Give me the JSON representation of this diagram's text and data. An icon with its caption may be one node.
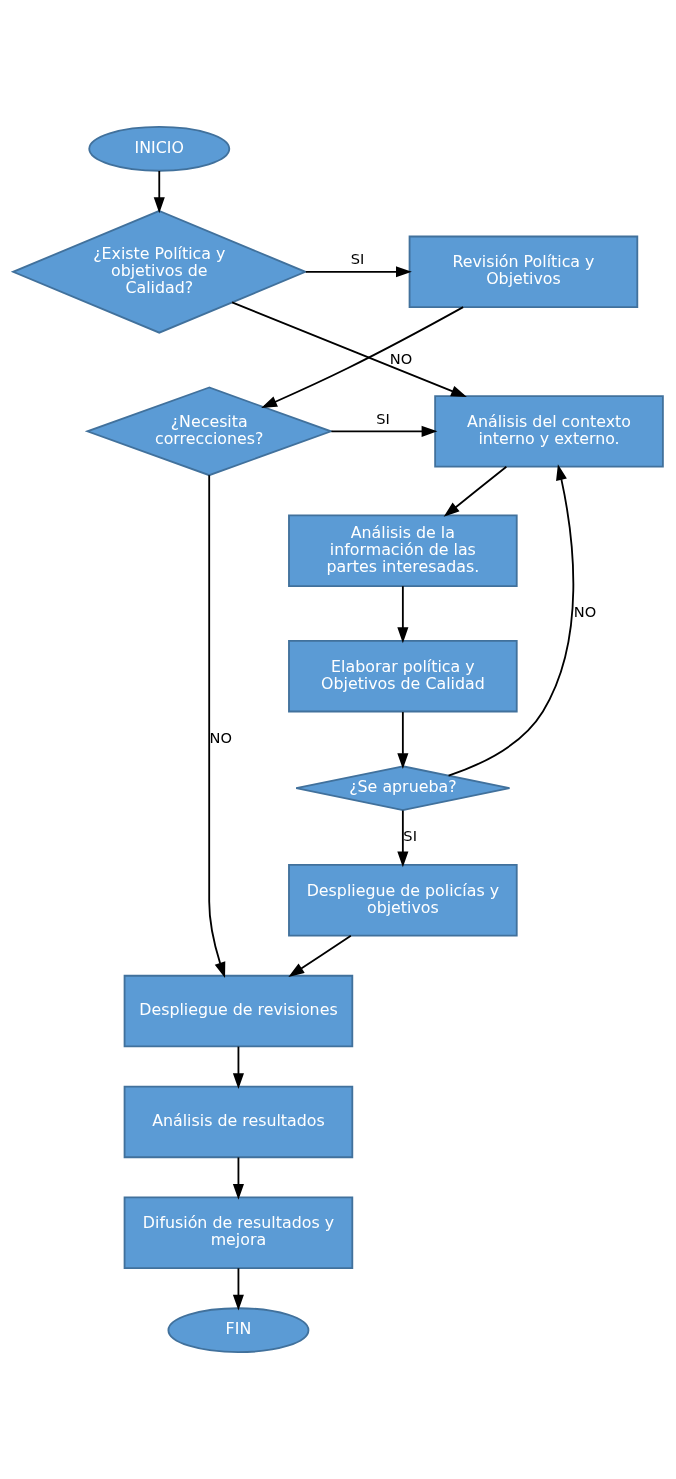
{
  "diagram": {
    "nodes": [
      {
        "text": [
          "INICIO"
        ]
      },
      {
        "text": [
          "¿Existe Política y objetivos de Calidad?"
        ]
      },
      {
        "text": [
          "Revisión Política y Objetivos"
        ]
      },
      {
        "text": [
          "¿Necesita correcciones?"
        ]
      },
      {
        "text": [
          "Análisis del contexto interno y externo."
        ]
      },
      {
        "text": [
          "Análisis de la información de las partes interesadas."
        ]
      },
      {
        "text": [
          "Elaborar política y Objetivos de Calidad"
        ]
      },
      {
        "text": [
          "¿Se aprueba?"
        ]
      },
      {
        "text": [
          "Despliegue de policías y objetivos"
        ]
      },
      {
        "text": [
          "Despliegue de revisiones"
        ]
      },
      {
        "text": [
          "Análisis de resultados"
        ]
      },
      {
        "text": [
          "Difusión de resultados y mejora"
        ]
      },
      {
        "text": [
          "FIN"
        ]
      }
    ],
    "edges": [
      {
        "from": 0,
        "to": 1,
        "arrow": "to"
      },
      {
        "from": 1,
        "to": 2,
        "arrow": "to",
        "label": "SI"
      },
      {
        "from": 2,
        "to": 3,
        "arrow": "to"
      },
      {
        "from": 1,
        "to": 4,
        "arrow": "to",
        "label": "NO"
      },
      {
        "from": 3,
        "to": 4,
        "arrow": "to",
        "label": "SI"
      },
      {
        "from": 3,
        "to": 9,
        "arrow": "to",
        "label": "NO"
      },
      {
        "from": 4,
        "to": 5,
        "arrow": "to"
      },
      {
        "from": 5,
        "to": 6,
        "arrow": "to"
      },
      {
        "from": 6,
        "to": 7,
        "arrow": "to"
      },
      {
        "from": 7,
        "to": 4,
        "arrow": "to",
        "label": "NO"
      },
      {
        "from": 7,
        "to": 8,
        "arrow": "to",
        "label": "SI"
      },
      {
        "from": 8,
        "to": 9,
        "arrow": "to"
      },
      {
        "from": 9,
        "to": 10,
        "arrow": "to"
      },
      {
        "from": 10,
        "to": 11,
        "arrow": "to"
      },
      {
        "from": 11,
        "to": 12,
        "arrow": "to"
      }
    ]
  }
}
